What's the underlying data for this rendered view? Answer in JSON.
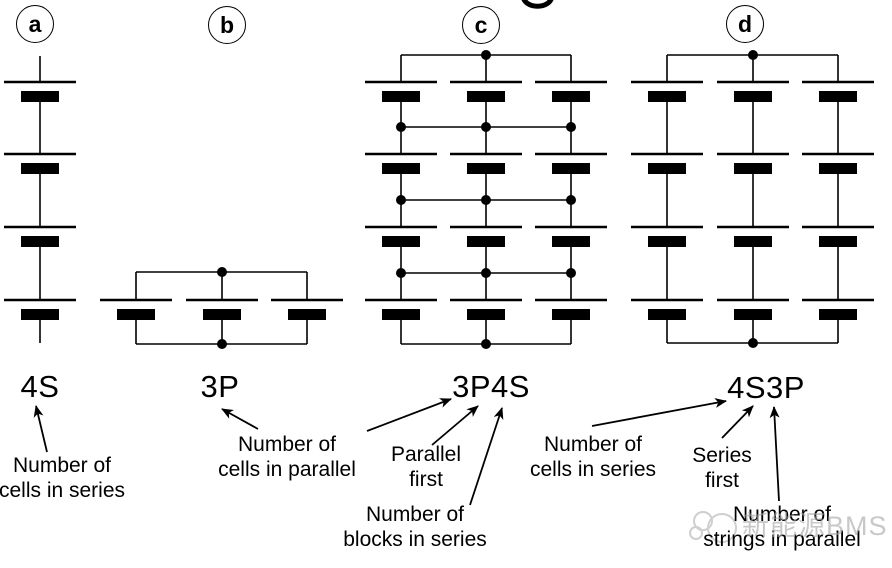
{
  "figure": {
    "background": "#ffffff",
    "ink_color": "#000000",
    "watermark_color": "#a8a8a8",
    "cropped_title_glyph": "g"
  },
  "panels": [
    {
      "badge": "a",
      "config_label": "4S",
      "cells_in_series": 4,
      "strings_in_parallel": 1,
      "row_interconnects": false
    },
    {
      "badge": "b",
      "config_label": "3P",
      "cells_in_series": 1,
      "strings_in_parallel": 3,
      "row_interconnects": false
    },
    {
      "badge": "c",
      "config_label": "3P4S",
      "cells_in_series": 4,
      "strings_in_parallel": 3,
      "row_interconnects": true
    },
    {
      "badge": "d",
      "config_label": "4S3P",
      "cells_in_series": 4,
      "strings_in_parallel": 3,
      "row_interconnects": false
    }
  ],
  "annotations": [
    {
      "lines": [
        "Number of",
        "cells in series"
      ],
      "target": "4S"
    },
    {
      "lines": [
        "Number of",
        "cells in parallel"
      ],
      "target": "3P"
    },
    {
      "lines": [
        "Parallel",
        "first"
      ],
      "target": "3P4S"
    },
    {
      "lines": [
        "Number of",
        "blocks in series"
      ],
      "target": "3P4S"
    },
    {
      "lines": [
        "Number of",
        "cells in series"
      ],
      "target": "4S3P"
    },
    {
      "lines": [
        "Series",
        "first"
      ],
      "target": "4S3P"
    },
    {
      "lines": [
        "Number of",
        "strings in parallel"
      ],
      "target": "4S3P"
    }
  ],
  "watermark": {
    "text": "新能源BMS"
  }
}
